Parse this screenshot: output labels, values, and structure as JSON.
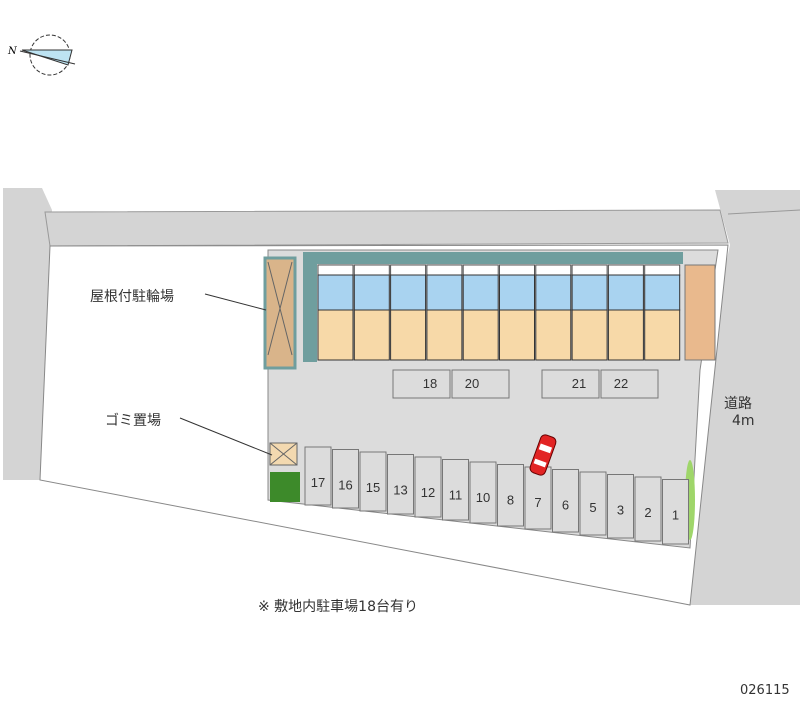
{
  "compass": {
    "north_label": "N"
  },
  "labels": {
    "bike_parking": "屋根付駐輪場",
    "garbage": "ゴミ置場",
    "road_name": "道路",
    "road_width": "4m",
    "note": "※ 敷地内駐車場18台有り",
    "code": "026115"
  },
  "parking": {
    "bottom_row": [
      "17",
      "16",
      "15",
      "13",
      "12",
      "11",
      "10",
      "8",
      "7",
      "6",
      "5",
      "3",
      "2",
      "1"
    ],
    "top_row": [
      "18",
      "20",
      "21",
      "22"
    ]
  },
  "building": {
    "units": 10
  },
  "colors": {
    "road": "#d4d4d4",
    "lot": "#dcdcdc",
    "unit_floor": "#f7d9a8",
    "unit_bath": "#a9d3f0",
    "roof_teal": "#6f9e9e",
    "car": "#e22424",
    "bike_roof": "#d9b48a"
  }
}
